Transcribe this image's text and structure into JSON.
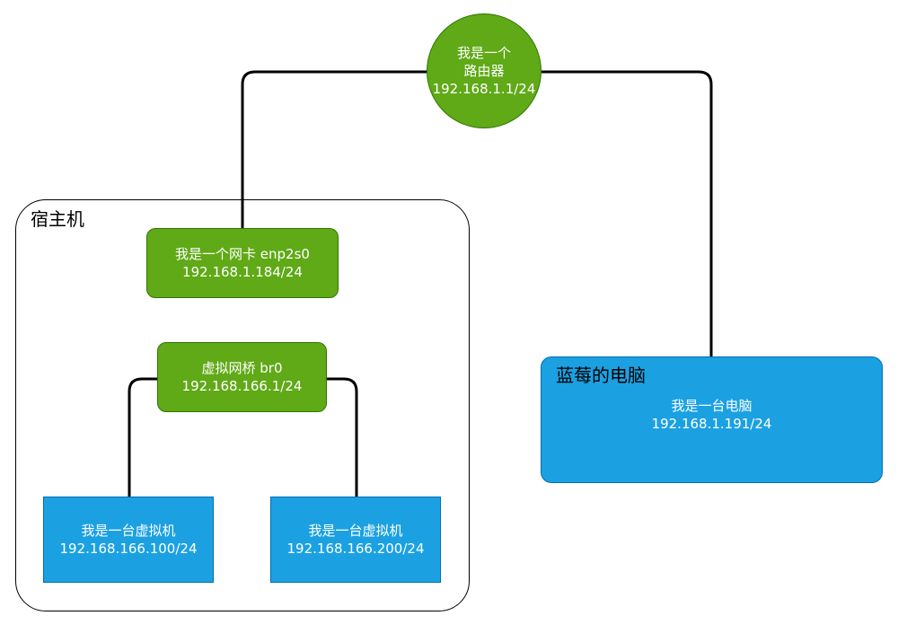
{
  "colors": {
    "green_fill": "#60a917",
    "green_stroke": "#2d7600",
    "blue_fill": "#1ba1e2",
    "blue_stroke": "#006eaf",
    "wire": "#000000"
  },
  "router": {
    "lines": [
      "我是一个",
      "路由器",
      "192.168.1.1/24"
    ]
  },
  "host": {
    "title": "宿主机",
    "nic": {
      "lines": [
        "我是一个网卡 enp2s0",
        "192.168.1.184/24"
      ]
    },
    "bridge": {
      "lines": [
        "虚拟网桥 br0",
        "192.168.166.1/24"
      ]
    },
    "vms": [
      {
        "lines": [
          "我是一台虚拟机",
          "192.168.166.100/24"
        ]
      },
      {
        "lines": [
          "我是一台虚拟机",
          "192.168.166.200/24"
        ]
      }
    ]
  },
  "pc": {
    "title": "蓝莓的电脑",
    "lines": [
      "我是一台电脑",
      "192.168.1.191/24"
    ]
  }
}
